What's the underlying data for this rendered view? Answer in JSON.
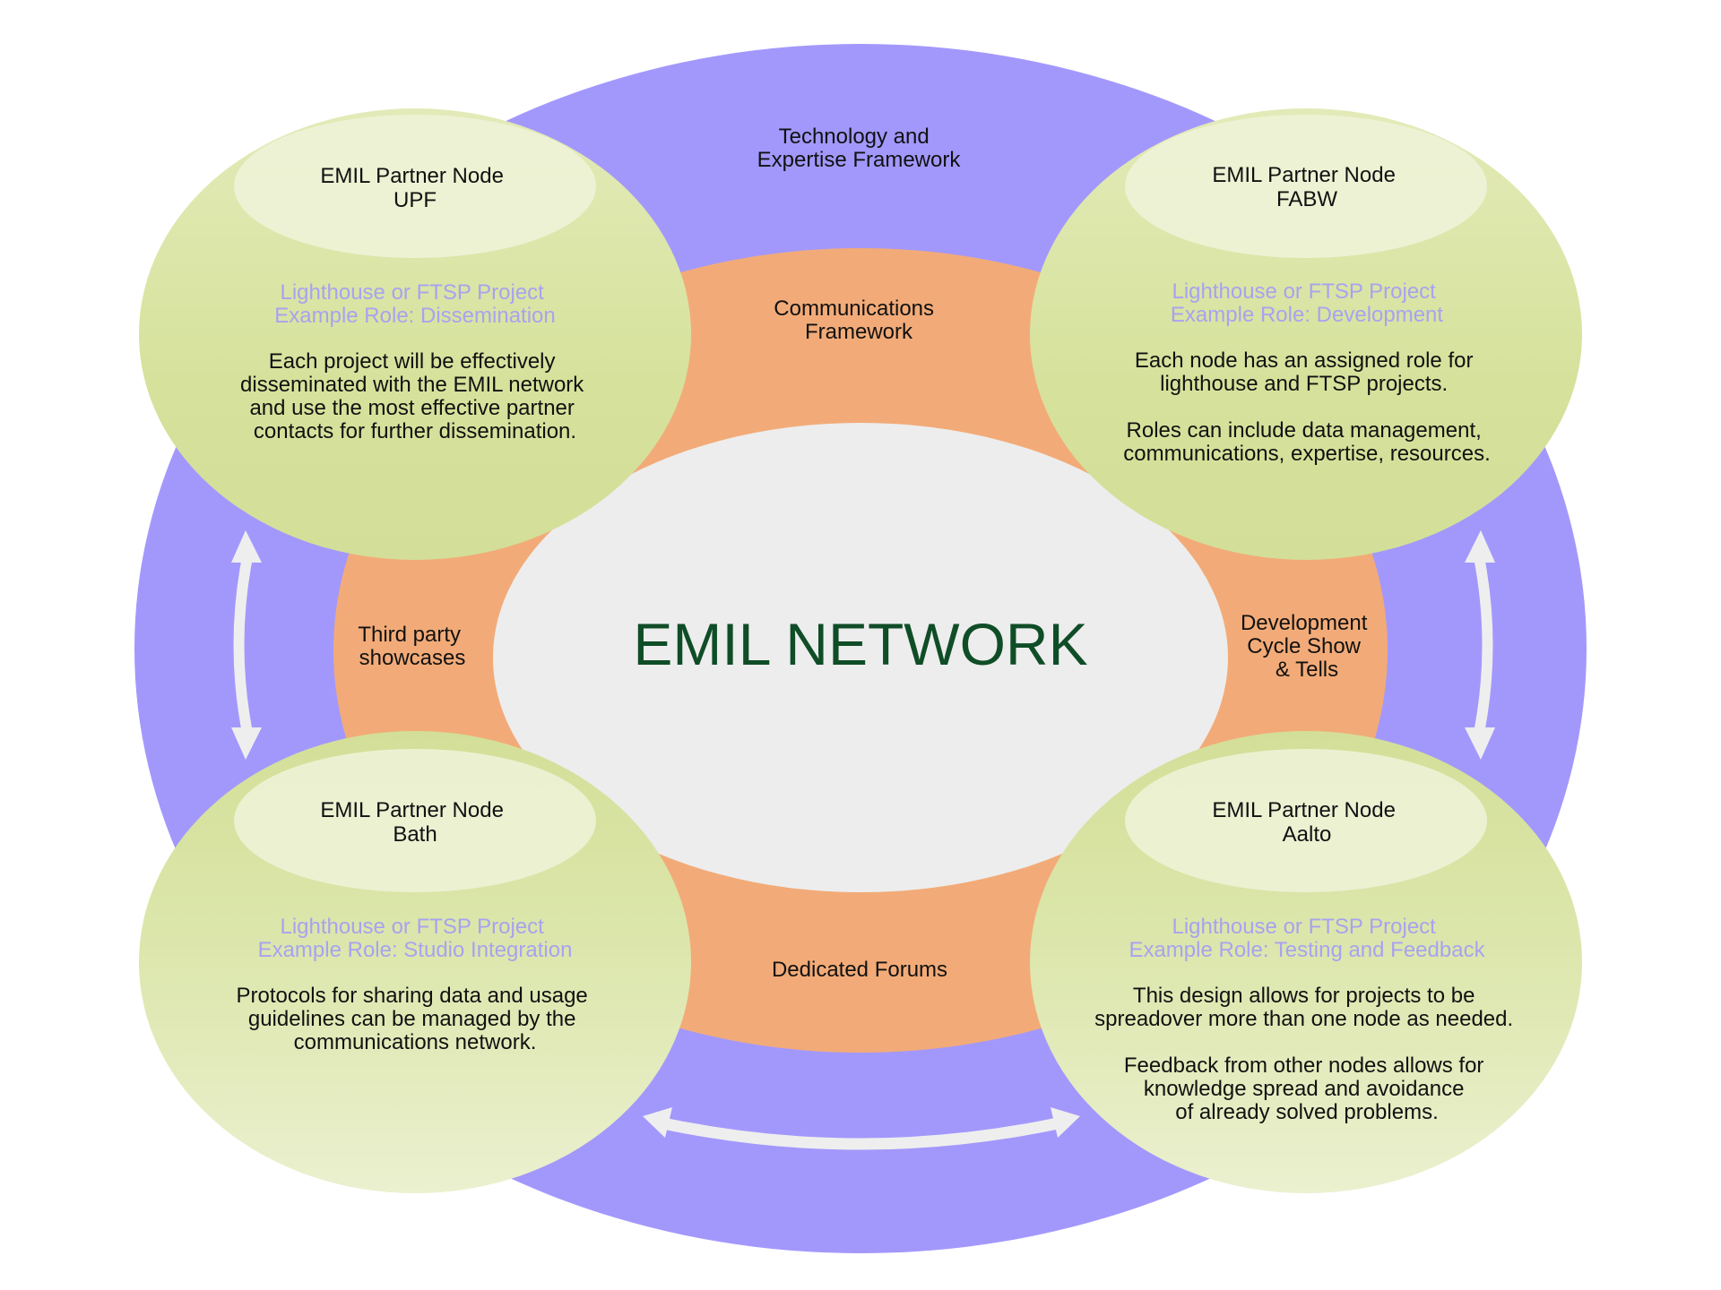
{
  "colors": {
    "outer_ring": "#a298fc",
    "middle_ring": "#f2ab78",
    "center": "#ededed",
    "node": "#d8e3a2",
    "node_cap": "#eef3d9",
    "role_text": "#a8a2f0",
    "center_text": "#0f4d27",
    "arrow": "#eeeeee"
  },
  "center": {
    "title": "EMIL NETWORK"
  },
  "outer_ring": {
    "label_lines": [
      "Technology and",
      "Expertise Framework"
    ]
  },
  "middle_ring": {
    "top_label_lines": [
      "Communications",
      "Framework"
    ],
    "left_label_lines": [
      "Third party",
      "showcases"
    ],
    "right_label_lines": [
      "Development",
      "Cycle Show",
      "& Tells"
    ],
    "bottom_label_lines": [
      "Dedicated Forums"
    ]
  },
  "nodes": [
    {
      "position": "top-left",
      "title_lines": [
        "EMIL Partner Node",
        "UPF"
      ],
      "role_lines": [
        "Lighthouse or FTSP Project",
        "Example Role: Dissemination"
      ],
      "desc_lines": [
        "Each project will be effectively",
        "disseminated with the EMIL network",
        "and use the most effective partner",
        "contacts for further dissemination."
      ]
    },
    {
      "position": "top-right",
      "title_lines": [
        "EMIL Partner Node",
        "FABW"
      ],
      "role_lines": [
        "Lighthouse or FTSP Project",
        "Example Role: Development"
      ],
      "desc_lines": [
        "Each node has an assigned role for",
        "lighthouse and FTSP projects.",
        "",
        "Roles can include data management,",
        "communications, expertise, resources."
      ]
    },
    {
      "position": "bottom-left",
      "title_lines": [
        "EMIL Partner Node",
        "Bath"
      ],
      "role_lines": [
        "Lighthouse or FTSP Project",
        "Example Role: Studio Integration"
      ],
      "desc_lines": [
        "Protocols for sharing data and usage",
        "guidelines can be managed by the",
        "communications network."
      ]
    },
    {
      "position": "bottom-right",
      "title_lines": [
        "EMIL Partner Node",
        "Aalto"
      ],
      "role_lines": [
        "Lighthouse or FTSP Project",
        "Example Role: Testing and Feedback"
      ],
      "desc_lines": [
        "This design allows for projects to be",
        "spreadover more than one node as needed.",
        "",
        "Feedback from other nodes allows for",
        "knowledge spread and avoidance",
        "of already solved problems."
      ]
    }
  ],
  "arrows": [
    {
      "name": "left-double-arrow",
      "between": [
        "UPF",
        "Bath"
      ]
    },
    {
      "name": "right-double-arrow",
      "between": [
        "FABW",
        "Aalto"
      ]
    },
    {
      "name": "bottom-double-arrow",
      "between": [
        "Bath",
        "Aalto"
      ]
    }
  ]
}
